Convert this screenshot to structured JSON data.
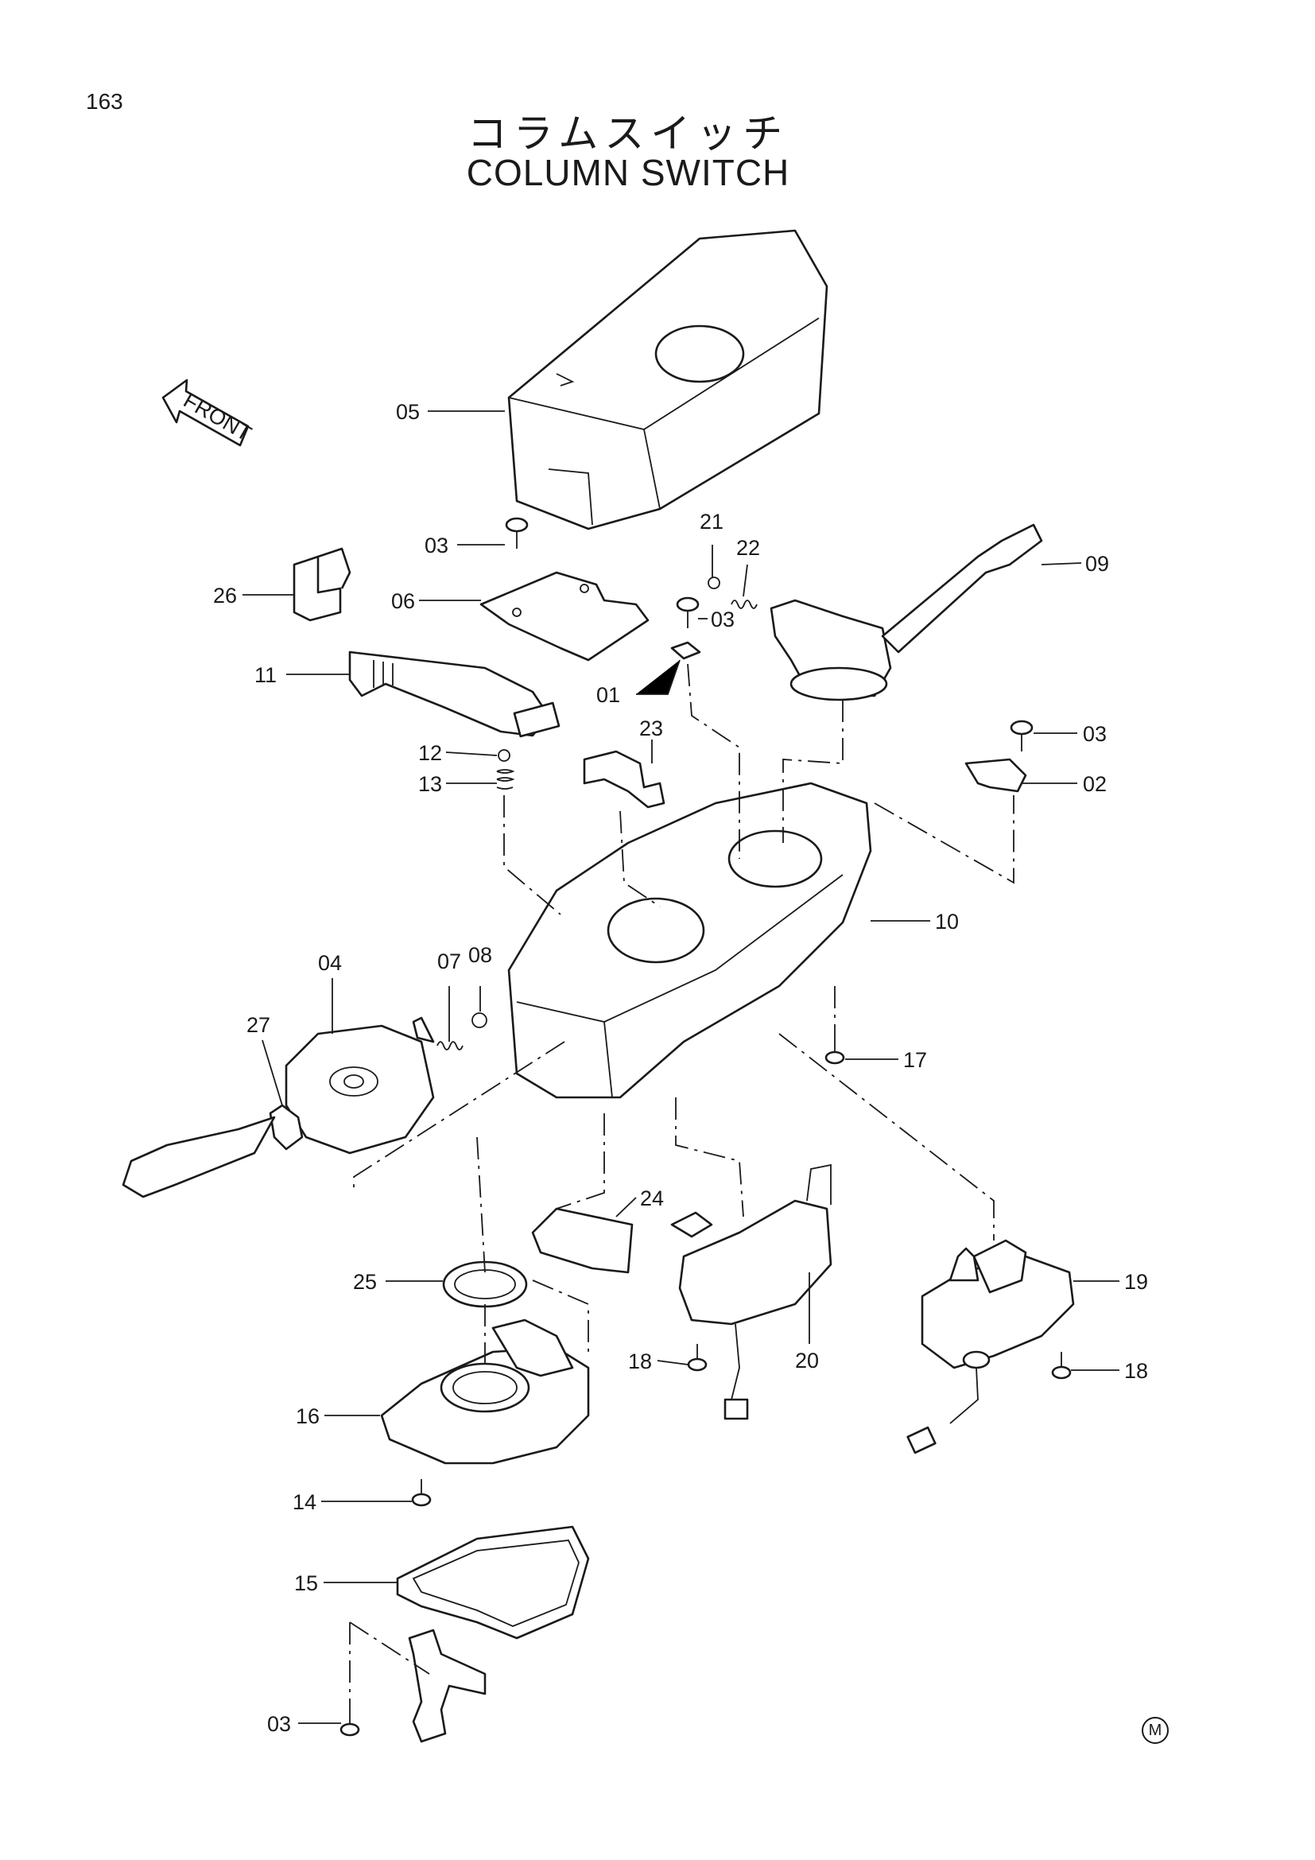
{
  "page": {
    "number": "163"
  },
  "title": {
    "japanese": "コラムスイッチ",
    "english": "COLUMN SWITCH"
  },
  "front_arrow": {
    "label": "FRONT"
  },
  "callouts": [
    "05",
    "03",
    "06",
    "26",
    "11",
    "12",
    "13",
    "21",
    "22",
    "03",
    "01",
    "23",
    "09",
    "03",
    "02",
    "10",
    "04",
    "07",
    "08",
    "27",
    "17",
    "24",
    "25",
    "20",
    "19",
    "18",
    "18",
    "16",
    "14",
    "15",
    "03"
  ],
  "corner_mark": "M"
}
